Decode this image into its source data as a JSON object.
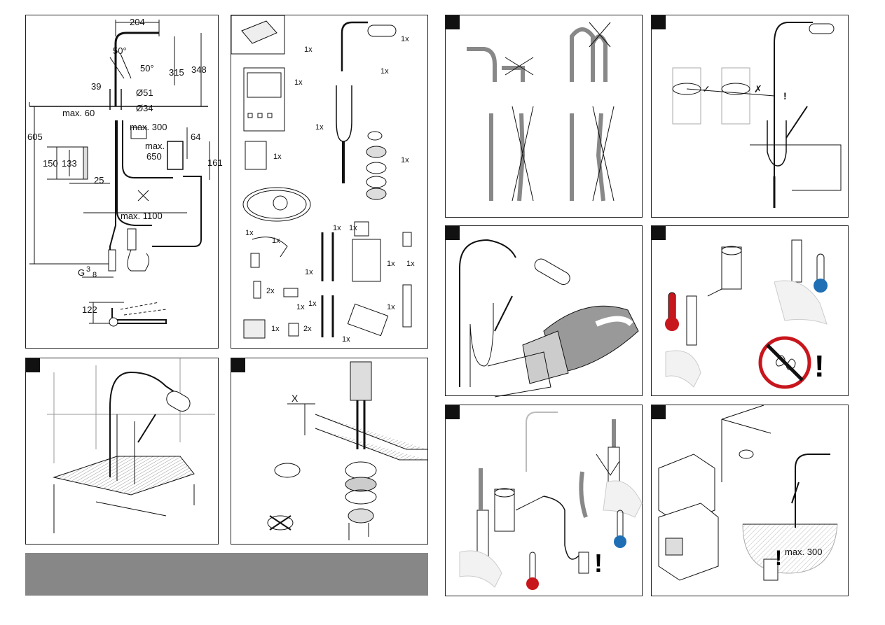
{
  "dimensions": {
    "width_top": "204",
    "angle_1": "50°",
    "angle_2": "50°",
    "height_315": "315",
    "height_348": "348",
    "d_39": "39",
    "dia_51": "Ø51",
    "dia_34": "Ø34",
    "max_60": "max. 60",
    "max_300": "max. 300",
    "d_64": "64",
    "max_650_a": "max.",
    "max_650_b": "650",
    "d_605": "605",
    "d_150": "150",
    "d_133": "133",
    "d_161": "161",
    "d_25": "25",
    "max_1100": "max. 1100",
    "thread_g": "G",
    "thread_frac_num": "3",
    "thread_frac_den": "8",
    "d_122": "122"
  },
  "parts": {
    "qty_1x": "1x",
    "qty_2x": "2x"
  },
  "panels": {
    "install_x_label": "X",
    "distance_label": "max. 300"
  },
  "marks": {
    "check": "✓",
    "cross": "✗",
    "warning": "!"
  },
  "colors": {
    "hot": "#c8161d",
    "cold": "#1f6fb5",
    "prohibited": "#c8161d",
    "gray_bar": "#878787"
  }
}
